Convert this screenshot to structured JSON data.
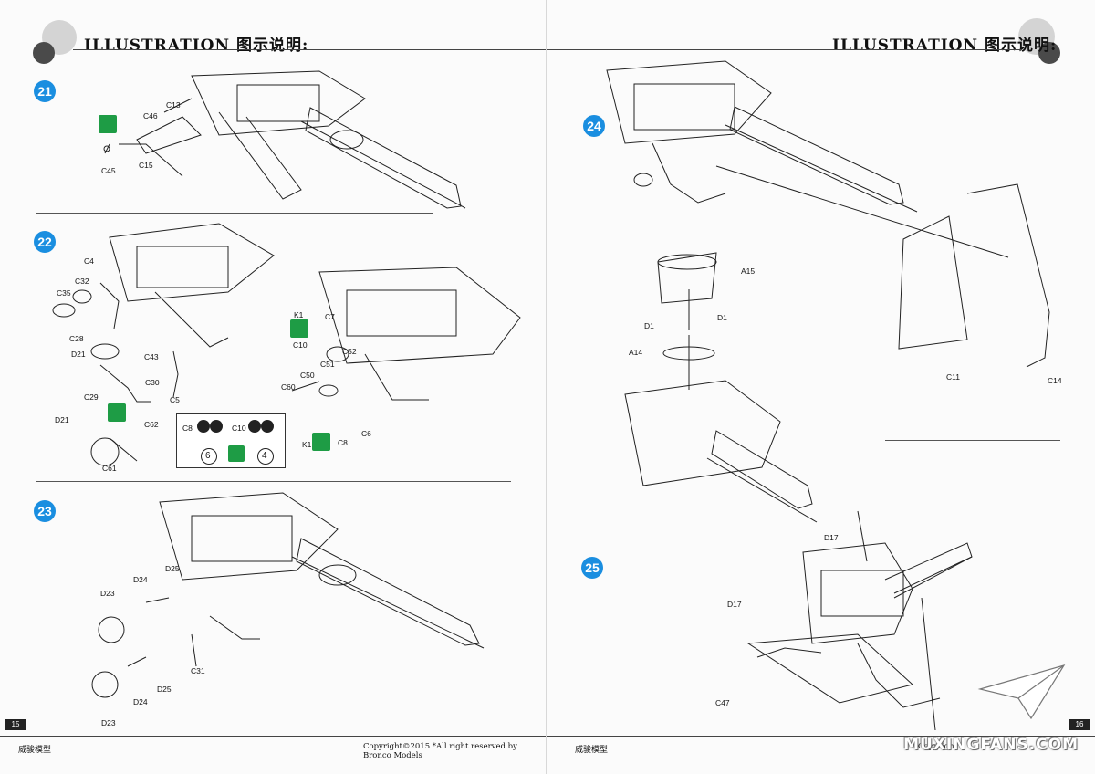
{
  "header": {
    "title": "ILLUSTRATION 图示说明:"
  },
  "left_page": {
    "page_number": "15",
    "steps": [
      "21",
      "22",
      "23"
    ],
    "step21_labels": [
      "C13",
      "C46",
      "C15",
      "C45"
    ],
    "step22_labels": [
      "C4",
      "C32",
      "C35",
      "C28",
      "D21",
      "C43",
      "C30",
      "C5",
      "C62",
      "C29",
      "D21",
      "C61",
      "K1",
      "C7",
      "C10",
      "C52",
      "C51",
      "C50",
      "C60",
      "C6",
      "K1",
      "C8"
    ],
    "step22_note": {
      "left_part": "C8",
      "left_num": "6",
      "right_part": "C10",
      "right_num": "4"
    },
    "step23_labels": [
      "D24",
      "D25",
      "D23",
      "D24",
      "D25",
      "C31",
      "D23"
    ],
    "footer": {
      "brand": "威骏模型",
      "copyright": "Copyright©2015  *All right reserved by Bronco Models"
    }
  },
  "right_page": {
    "page_number": "16",
    "steps": [
      "24",
      "25"
    ],
    "step24_labels": [
      "A15",
      "D1",
      "D1",
      "A14",
      "C11",
      "C14"
    ],
    "step25_labels": [
      "D17",
      "D17",
      "C47"
    ],
    "footer": {
      "brand": "威骏模型",
      "copyright": "Copyright"
    }
  },
  "watermark": "MUXINGFANS.COM",
  "colors": {
    "step_badge": "#1a8ee0",
    "icon_green": "#1e9c45"
  }
}
